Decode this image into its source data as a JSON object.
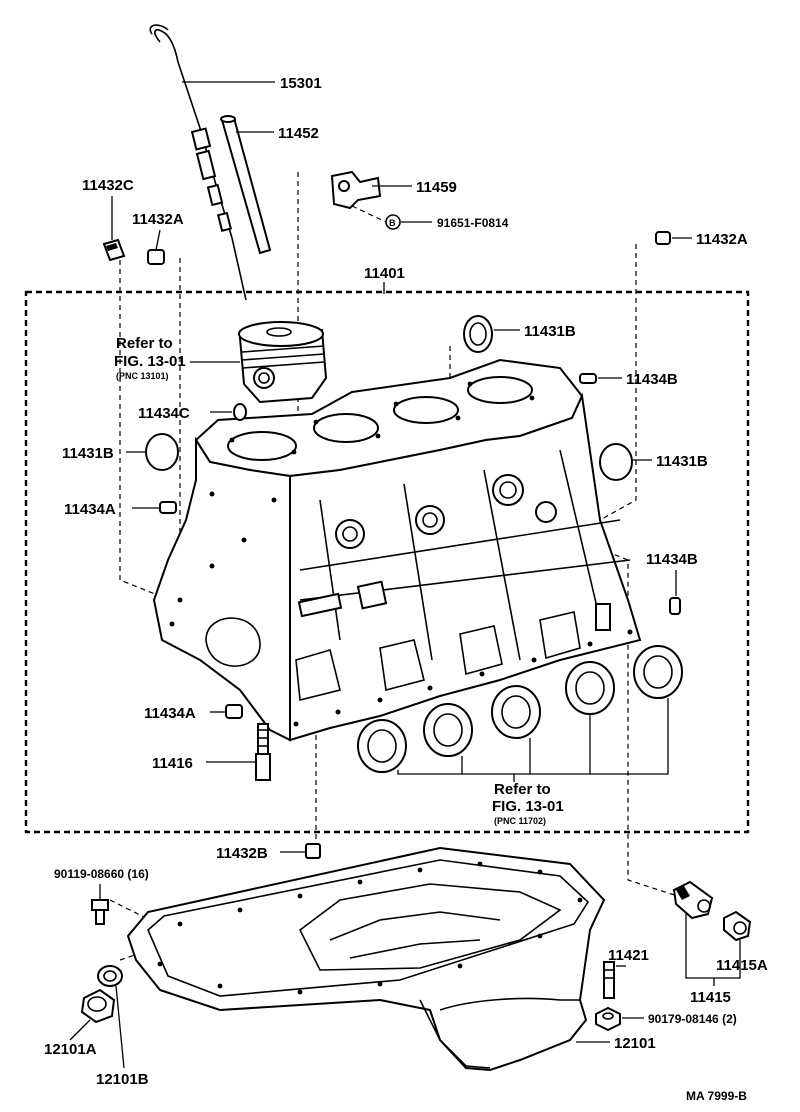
{
  "figure_code": "MA  7999-B",
  "parts": {
    "p15301": "15301",
    "p11452": "11452",
    "p11459": "11459",
    "p91651": "91651-F0814",
    "bolt_mark": "B",
    "p11432C": "11432C",
    "p11432A_left": "11432A",
    "p11432A_right": "11432A",
    "p11401": "11401",
    "p11431B_top": "11431B",
    "p11431B_left": "11431B",
    "p11431B_right": "11431B",
    "p11434B_top": "11434B",
    "p11434B_right": "11434B",
    "p11434C": "11434C",
    "p11434A_upper": "11434A",
    "p11434A_lower": "11434A",
    "p11416": "11416",
    "p11432B": "11432B",
    "p90119": "90119-08660 (16)",
    "p11421": "11421",
    "p11415A": "11415A",
    "p11415": "11415",
    "p90179": "90179-08146 (2)",
    "p12101": "12101",
    "p12101A": "12101A",
    "p12101B": "12101B"
  },
  "refs": {
    "piston_line1": "Refer to",
    "piston_line2": "FIG. 13-01",
    "piston_line3": "(PNC 13101)",
    "bearing_line1": "Refer to",
    "bearing_line2": "FIG. 13-01",
    "bearing_line3": "(PNC 11702)"
  }
}
